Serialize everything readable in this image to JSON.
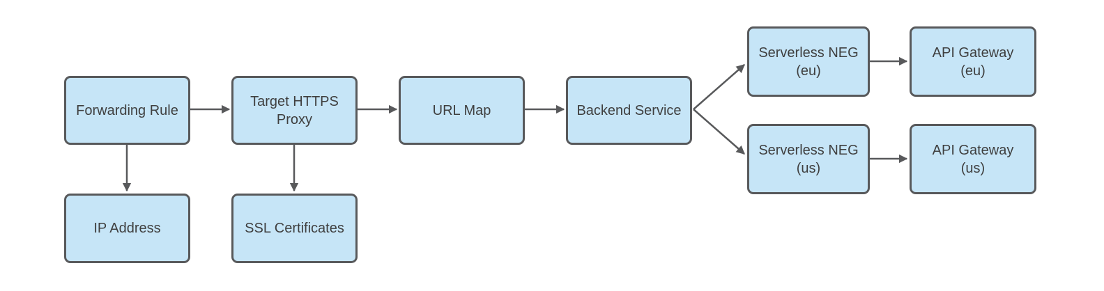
{
  "diagram": {
    "colors": {
      "background": "#FFFFFF",
      "node_fill": "#C6E5F7",
      "node_border": "#58595B",
      "connector": "#58595B",
      "text": "#3F3F3F"
    },
    "nodes": [
      {
        "id": "forwarding-rule",
        "label": "Forwarding Rule"
      },
      {
        "id": "target-https-proxy",
        "label": "Target HTTPS\nProxy"
      },
      {
        "id": "url-map",
        "label": "URL Map"
      },
      {
        "id": "backend-service",
        "label": "Backend Service"
      },
      {
        "id": "serverless-neg-eu",
        "label": "Serverless NEG\n(eu)"
      },
      {
        "id": "api-gateway-eu",
        "label": "API Gateway\n(eu)"
      },
      {
        "id": "serverless-neg-us",
        "label": "Serverless NEG\n(us)"
      },
      {
        "id": "api-gateway-us",
        "label": "API Gateway\n(us)"
      },
      {
        "id": "ip-address",
        "label": "IP Address"
      },
      {
        "id": "ssl-certificates",
        "label": "SSL Certificates"
      }
    ],
    "edges": [
      {
        "from": "forwarding-rule",
        "to": "target-https-proxy"
      },
      {
        "from": "target-https-proxy",
        "to": "url-map"
      },
      {
        "from": "url-map",
        "to": "backend-service"
      },
      {
        "from": "backend-service",
        "to": "serverless-neg-eu"
      },
      {
        "from": "backend-service",
        "to": "serverless-neg-us"
      },
      {
        "from": "serverless-neg-eu",
        "to": "api-gateway-eu"
      },
      {
        "from": "serverless-neg-us",
        "to": "api-gateway-us"
      },
      {
        "from": "forwarding-rule",
        "to": "ip-address"
      },
      {
        "from": "target-https-proxy",
        "to": "ssl-certificates"
      }
    ]
  }
}
